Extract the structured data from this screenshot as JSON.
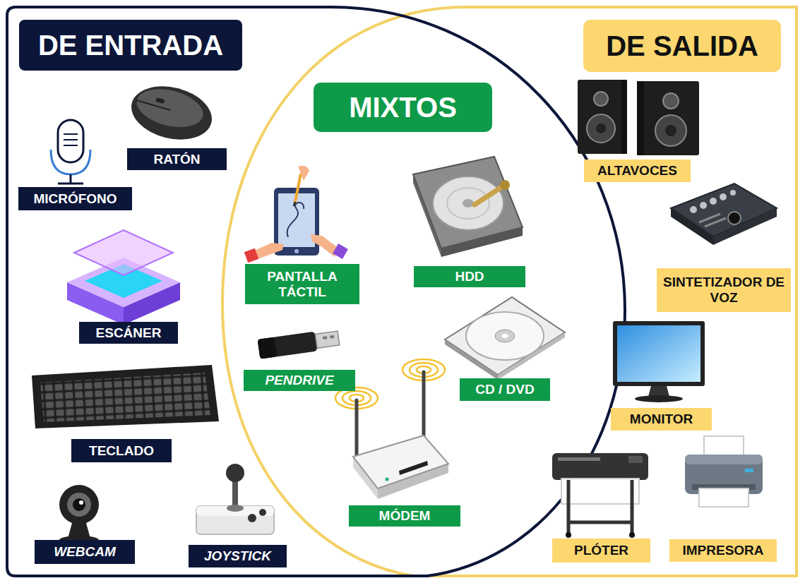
{
  "diagram": {
    "nodes": [
      {
        "text": [
          "DE ENTRADA"
        ]
      },
      {
        "text": [
          "MIXTOS"
        ]
      },
      {
        "text": [
          "DE SALIDA"
        ]
      },
      {
        "text": [
          "RATÓN"
        ]
      },
      {
        "text": [
          "MICRÓFONO"
        ]
      },
      {
        "text": [
          "ALTAVOCES"
        ]
      },
      {
        "text": [
          "PANTALLA TÁCTIL"
        ]
      },
      {
        "text": [
          "HDD"
        ]
      },
      {
        "text": [
          "SINTETIZADOR DE VOZ"
        ]
      },
      {
        "text": [
          "ESCÁNER"
        ]
      },
      {
        "text": [
          "PENDRIVE"
        ]
      },
      {
        "text": [
          "CD / DVD"
        ]
      },
      {
        "text": [
          "MONITOR"
        ]
      },
      {
        "text": [
          "TECLADO"
        ]
      },
      {
        "text": [
          "MÓDEM"
        ]
      },
      {
        "text": [
          "PLÓTER"
        ]
      },
      {
        "text": [
          "IMPRESORA"
        ]
      },
      {
        "text": [
          "WEBCAM"
        ]
      },
      {
        "text": [
          "JOYSTICK"
        ]
      }
    ]
  }
}
